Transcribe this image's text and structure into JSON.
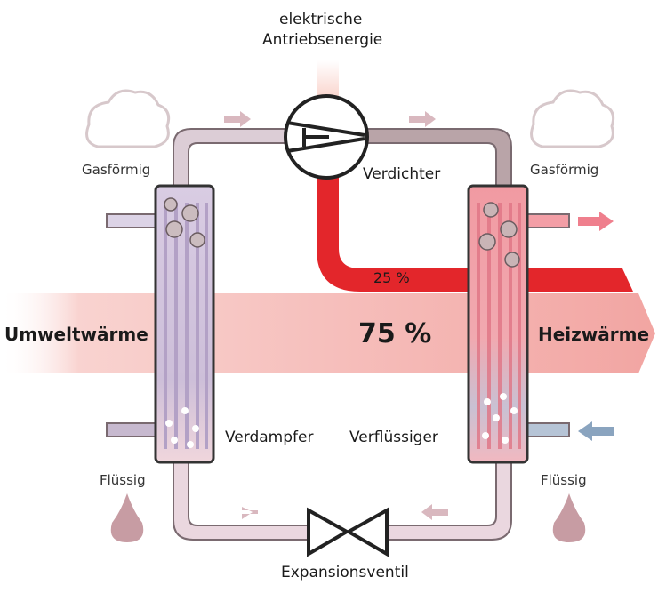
{
  "labels": {
    "energy_input": [
      "elektrische",
      "Antriebsenergie"
    ],
    "compressor": "Verdichter",
    "gas_left": "Gasförmig",
    "gas_right": "Gasförmig",
    "ambient": "Umweltwärme",
    "heating": "Heizwärme",
    "percent_main": "75 %",
    "percent_electric": "25 %",
    "evaporator": "Verdampfer",
    "condenser": "Verflüssiger",
    "liquid_left": "Flüssig",
    "liquid_right": "Flüssig",
    "valve": "Expansionsventil"
  },
  "colors": {
    "pipe_fill": "#e4d6da",
    "pipe_stroke": "#7a6a70",
    "heat_band": "#f3a9a6",
    "electric_band": "#e3262b",
    "condenser_in": "#f08080",
    "condenser_cold": "#9fb7cb",
    "evaporator_in": "#c6b5d8",
    "drop": "#c79ca3"
  }
}
